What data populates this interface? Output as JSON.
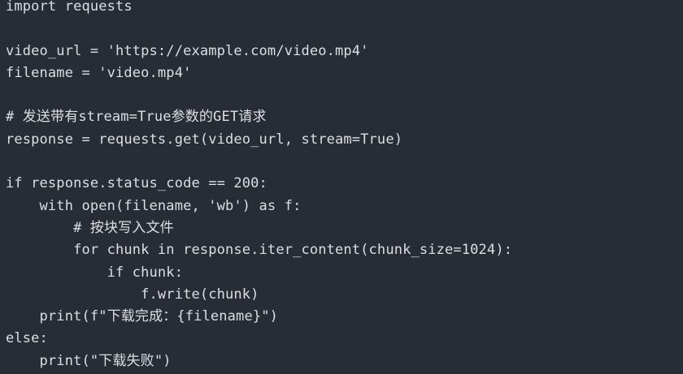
{
  "code": {
    "lines": [
      "import requests",
      "",
      "video_url = 'https://example.com/video.mp4'",
      "filename = 'video.mp4'",
      "",
      "# 发送带有stream=True参数的GET请求",
      "response = requests.get(video_url, stream=True)",
      "",
      "if response.status_code == 200:",
      "    with open(filename, 'wb') as f:",
      "        # 按块写入文件",
      "        for chunk in response.iter_content(chunk_size=1024):",
      "            if chunk:",
      "                f.write(chunk)",
      "    print(f\"下载完成：{filename}\")",
      "else:",
      "    print(\"下载失败\")"
    ]
  },
  "colors": {
    "background": "#282c34",
    "text": "#dcdfe4"
  }
}
